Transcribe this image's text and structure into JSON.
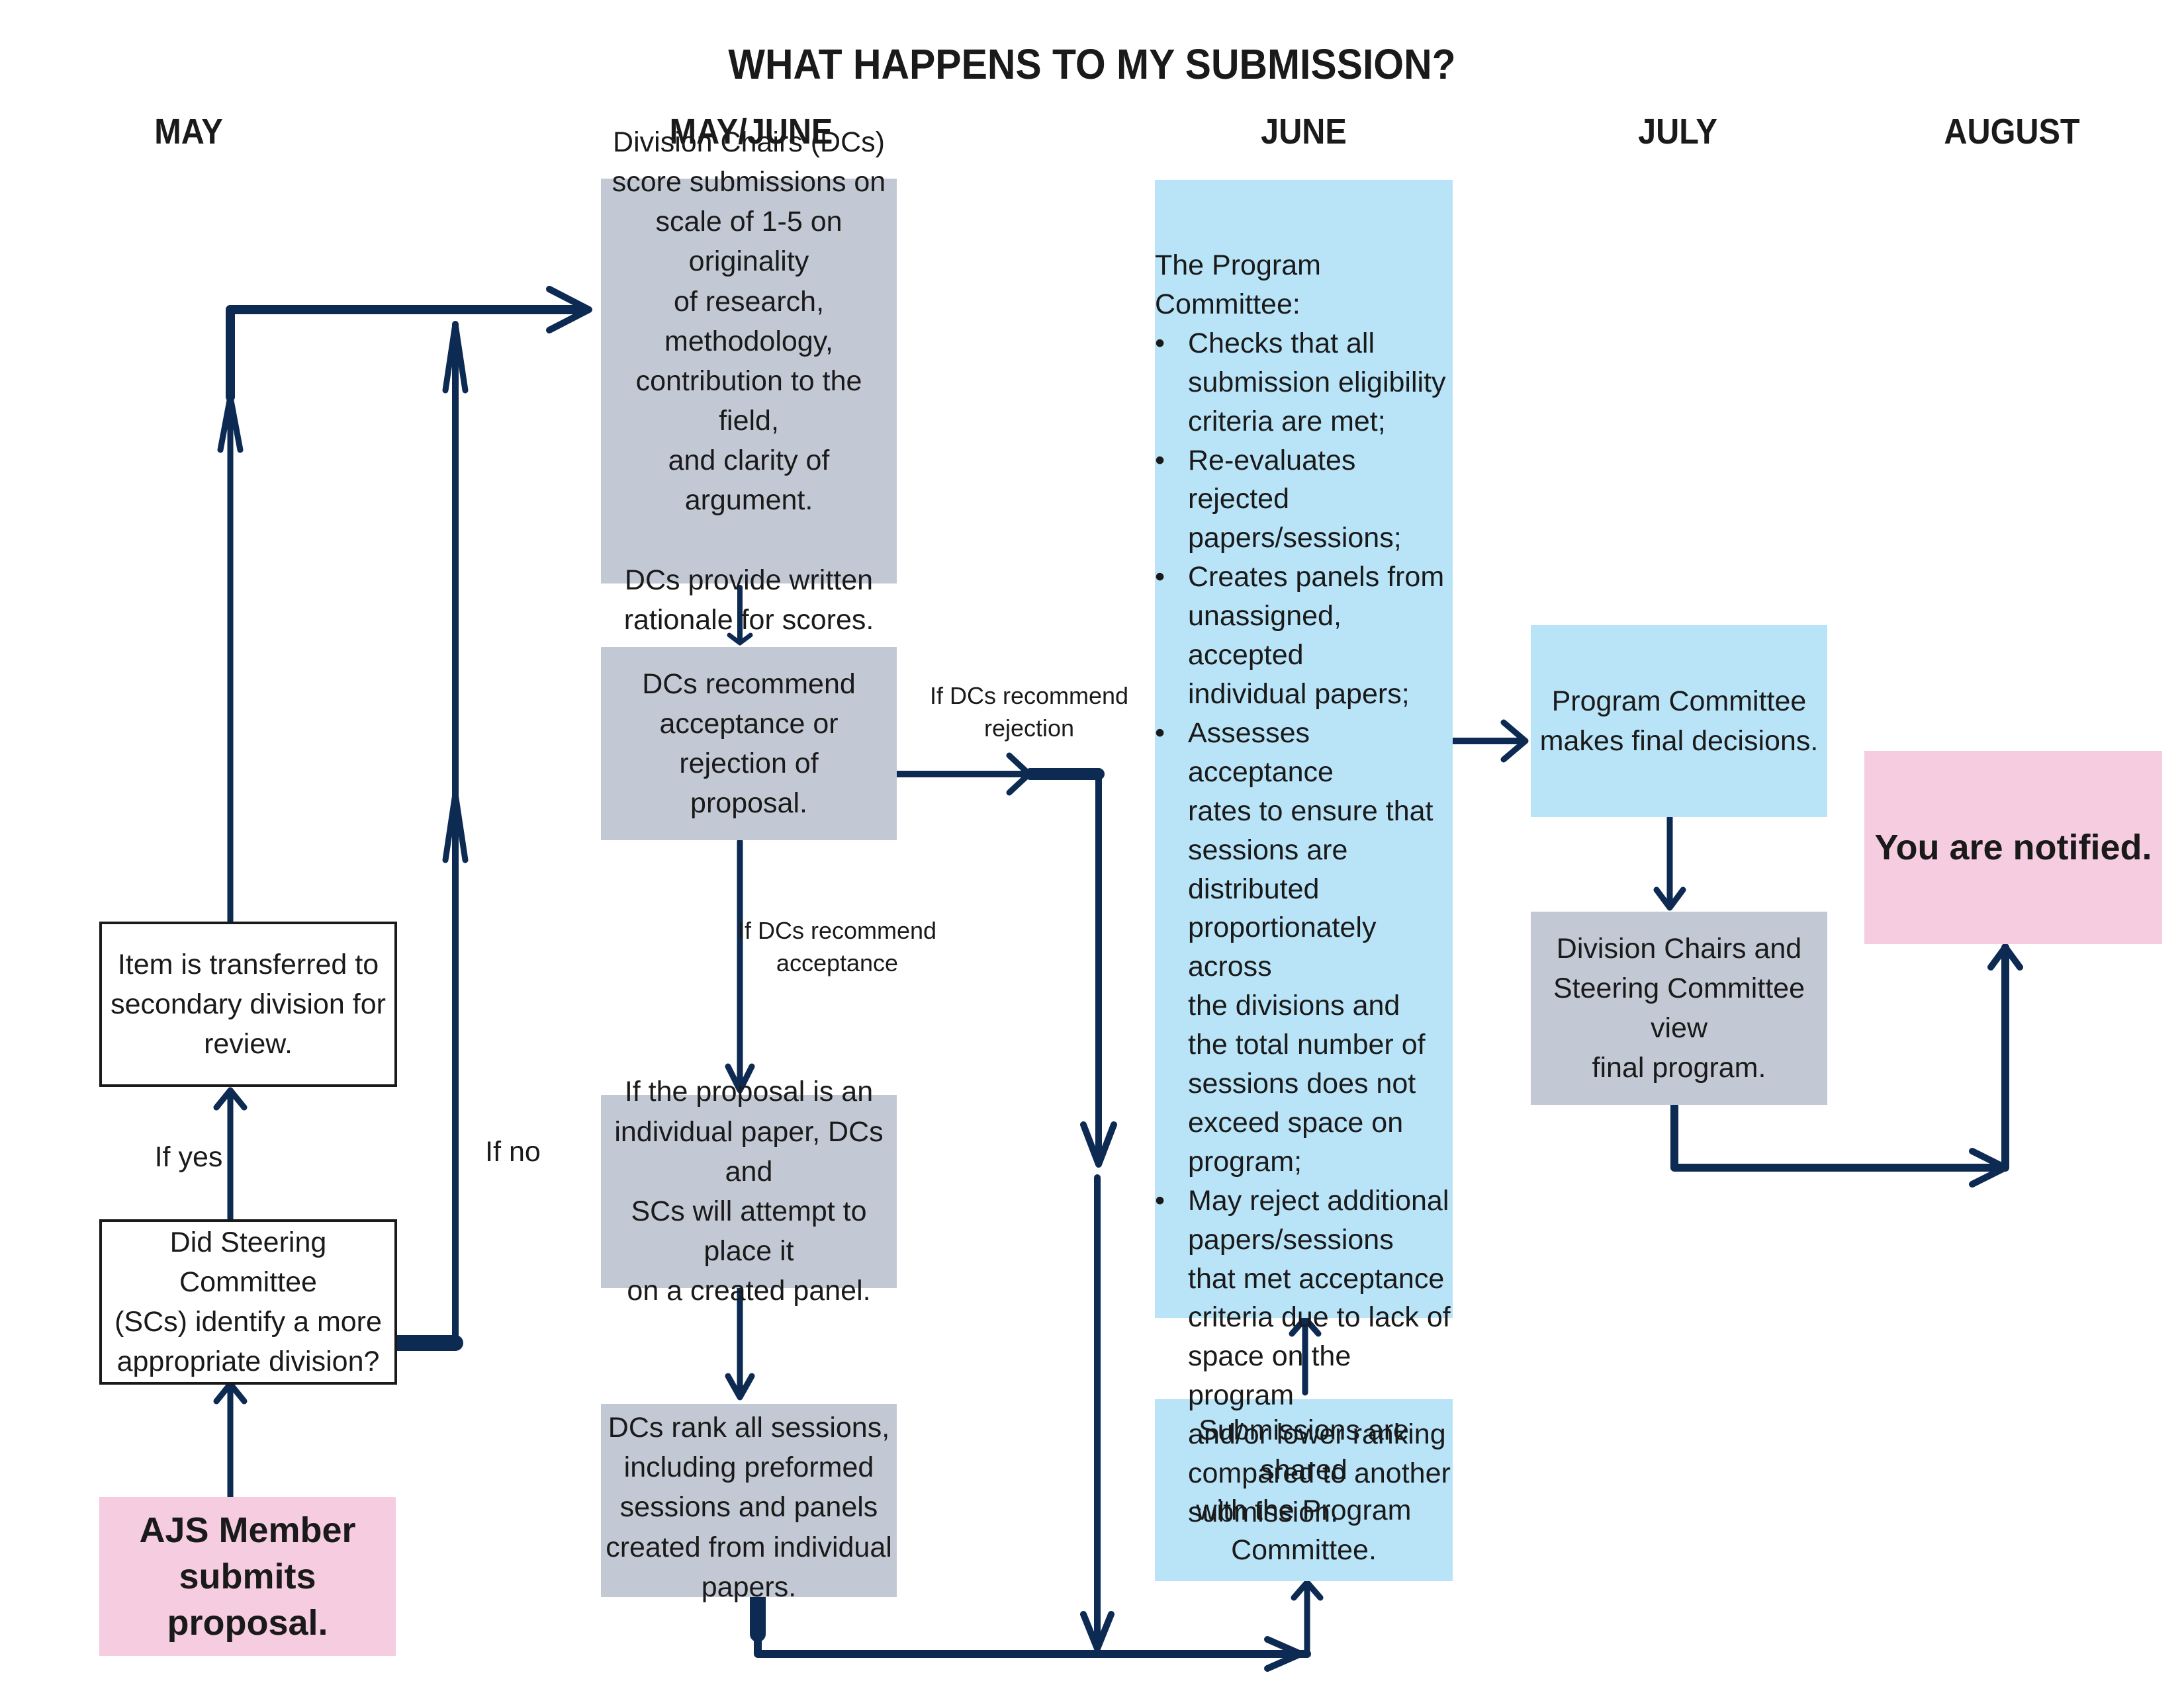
{
  "title": "WHAT HAPPENS TO MY SUBMISSION?",
  "months": [
    "MAY",
    "MAY/JUNE",
    "JUNE",
    "JULY",
    "AUGUST"
  ],
  "boxes": {
    "submit": "AJS Member\nsubmits proposal.",
    "steering": "Did Steering Committee\n(SCs) identify a more\nappropriate division?",
    "transfer": "Item is transferred to\nsecondary division for\nreview.",
    "score": "Division Chairs (DCs)\nscore submissions on\nscale of 1-5 on originality\nof research, methodology,\ncontribution to the field,\nand clarity of argument.\n\nDCs provide written\nrationale for scores.",
    "recommend": "DCs recommend\nacceptance or rejection of\nproposal.",
    "individual": "If the proposal is an\nindividual paper, DCs and\nSCs will attempt to place it\non a created panel.",
    "rank": "DCs rank all sessions,\nincluding preformed\nsessions and panels\ncreated from individual\npapers.",
    "shared": "Submissions are shared\nwith the Program\nCommittee.",
    "final_decisions": "Program Committee\nmakes final decisions.",
    "view_program": "Division Chairs and\nSteering Committee view\nfinal program.",
    "notified": "You are notified."
  },
  "program_committee": {
    "intro": "The Program Committee:",
    "items": [
      "Checks that all\nsubmission eligibility\ncriteria are met;",
      "Re-evaluates rejected\npapers/sessions;",
      "Creates panels from\nunassigned, accepted\nindividual papers;",
      "Assesses acceptance\nrates to ensure that\nsessions are distributed\nproportionately across\nthe divisions and\nthe total number of\nsessions does not\nexceed space on\nprogram;",
      "May reject additional\npapers/sessions\nthat met acceptance\ncriteria due to lack of\nspace on the program\nand/or lower ranking\ncompared to another\nsubmission."
    ]
  },
  "labels": {
    "if_yes": "If yes",
    "if_no": "If no",
    "reject": "If DCs recommend\nrejection",
    "accept": "If DCs recommend\nacceptance"
  },
  "colors": {
    "arrow": "#0d2a52",
    "gray_box": "#c3c9d4",
    "blue_box": "#b9e4f8",
    "pink_box": "#f6cde0"
  }
}
